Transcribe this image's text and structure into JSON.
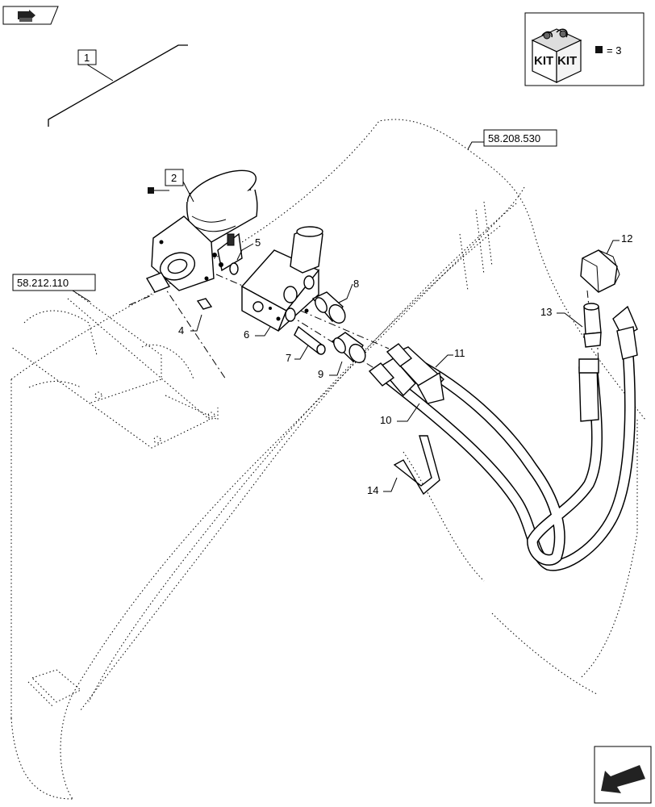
{
  "references": {
    "upper_left": "58.212.110",
    "upper_right": "58.208.530"
  },
  "kit_legend": {
    "kit_text_left": "KIT",
    "kit_text_right": "KIT",
    "equals_text": "= 3"
  },
  "callouts": {
    "c1": "1",
    "c2": "2",
    "c4": "4",
    "c5": "5",
    "c6": "6",
    "c7": "7",
    "c8": "8",
    "c9": "9",
    "c10": "10",
    "c11": "11",
    "c12": "12",
    "c13": "13",
    "c14": "14"
  }
}
